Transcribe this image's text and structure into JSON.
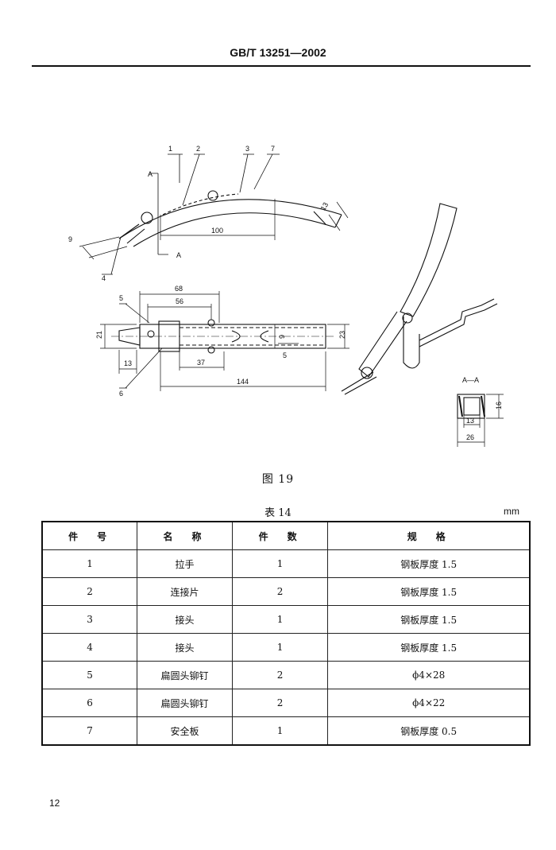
{
  "header": {
    "standard_number": "GB/T 13251—2002"
  },
  "figure": {
    "caption": "图 19",
    "callouts": [
      "1",
      "2",
      "3",
      "4",
      "5",
      "6",
      "7"
    ],
    "section_letter": "A",
    "section_label": "A—A",
    "dimensions": {
      "side_length": "100",
      "side_thickness": "9",
      "side_end": "13",
      "plan_68": "68",
      "plan_56": "56",
      "plan_21": "21",
      "plan_23": "23",
      "plan_13": "13",
      "plan_37": "37",
      "plan_9": "9",
      "plan_5": "5",
      "plan_144": "144",
      "sec_16": "16",
      "sec_13": "13",
      "sec_26": "26"
    }
  },
  "table": {
    "caption": "表 14",
    "unit": "mm",
    "headers": [
      "件　号",
      "名　称",
      "件　数",
      "规　格"
    ],
    "rows": [
      {
        "no": "1",
        "name": "拉手",
        "qty": "1",
        "spec": "钢板厚度 1.5"
      },
      {
        "no": "2",
        "name": "连接片",
        "qty": "2",
        "spec": "钢板厚度 1.5"
      },
      {
        "no": "3",
        "name": "接头",
        "qty": "1",
        "spec": "钢板厚度 1.5"
      },
      {
        "no": "4",
        "name": "接头",
        "qty": "1",
        "spec": "钢板厚度 1.5"
      },
      {
        "no": "5",
        "name": "扁圆头铆钉",
        "qty": "2",
        "spec": "ϕ4×28"
      },
      {
        "no": "6",
        "name": "扁圆头铆钉",
        "qty": "2",
        "spec": "ϕ4×22"
      },
      {
        "no": "7",
        "name": "安全板",
        "qty": "1",
        "spec": "钢板厚度 0.5"
      }
    ]
  },
  "page_number": "12"
}
